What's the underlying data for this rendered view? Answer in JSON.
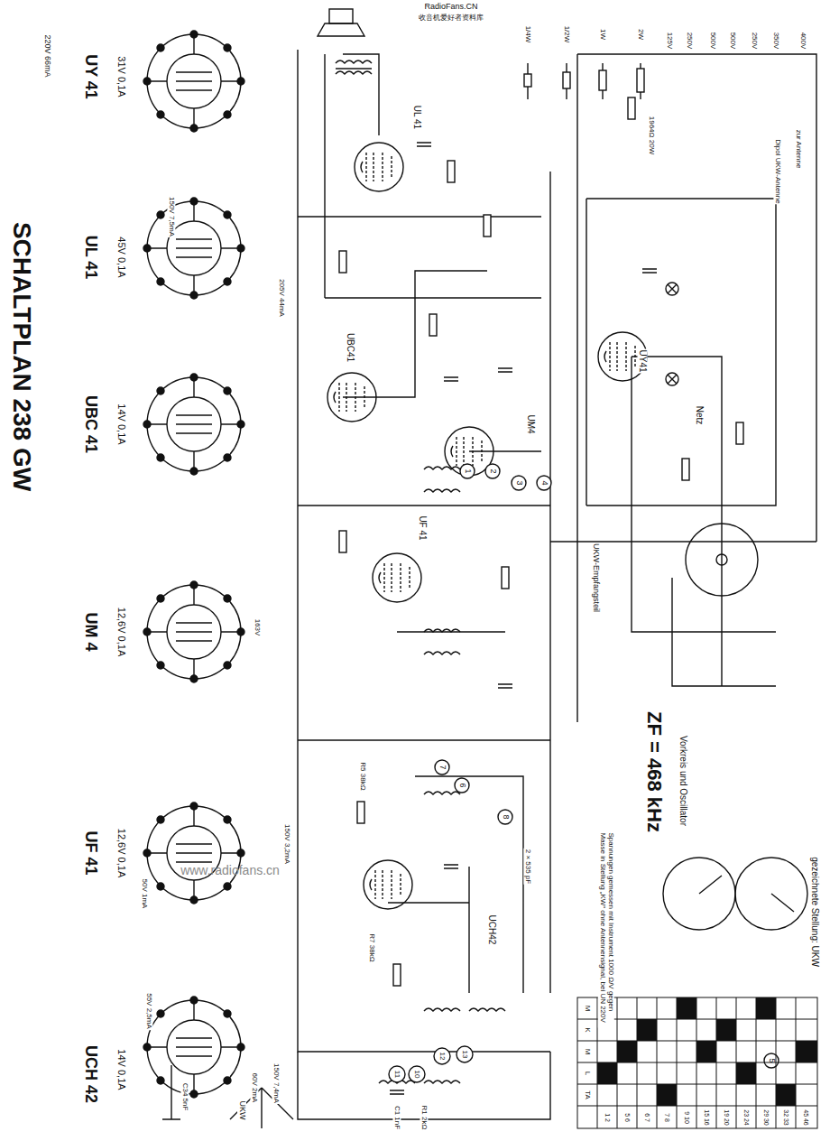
{
  "diagram": {
    "title": "SCHALTPLAN 238 GW",
    "labels": [
      "RadioFans.CN",
      "收音机爱好者资料库",
      "220V 66mA",
      "UY 41",
      "31V 0,1A",
      "150V 7,5mA",
      "UL 41",
      "45V 0,1A",
      "205V 44mA",
      "UBC 41",
      "14V 0,1A",
      "UM 4",
      "12,6V 0,1A",
      "163V",
      "UF 41",
      "12,6V 0,1A",
      "50V 1mA",
      "150V 3,2mA",
      "UCH 42",
      "14V 0,1A",
      "55V 2,5mA",
      "60V 2mA",
      "150V 7,4mA",
      "1/4W",
      "1/2W",
      "1W",
      "2W",
      "125V",
      "250V",
      "500V",
      "500V",
      "250V",
      "350V",
      "400V",
      "1964Ω 20W",
      "zur Antenne",
      "Dipol UKW-Antenne",
      "UL 41",
      "UBC41",
      "UM4",
      "UF 41",
      "UCH42",
      "UY41",
      "UKW-Empfangsteil",
      "Netz",
      "ZF = 468 kHz",
      "Vorkreis und Oscillator",
      "Spannungen gemessen mit Instrument 1000 Ω/V gegen Masse in Stellung „KW“ ohne Antennensignal, bei UN 220V",
      "gezeichnete Stellung: UKW",
      "UKW",
      "C1 1nF",
      "R1 2kΩ",
      "C34 5nF",
      "2 × 535 pF",
      "R5 38kΩ",
      "R7 38kΩ",
      "1",
      "2",
      "3",
      "4",
      "5",
      "6",
      "7",
      "8",
      "10",
      "11",
      "12",
      "13",
      "www.radiofans.cn",
      "M",
      "K",
      "M",
      "L",
      "TA",
      "1 2",
      "5 6",
      "6 7",
      "7 8",
      "9 10",
      "15 16",
      "19 20",
      "23 24",
      "29 30",
      "32 33",
      "45 46"
    ]
  }
}
